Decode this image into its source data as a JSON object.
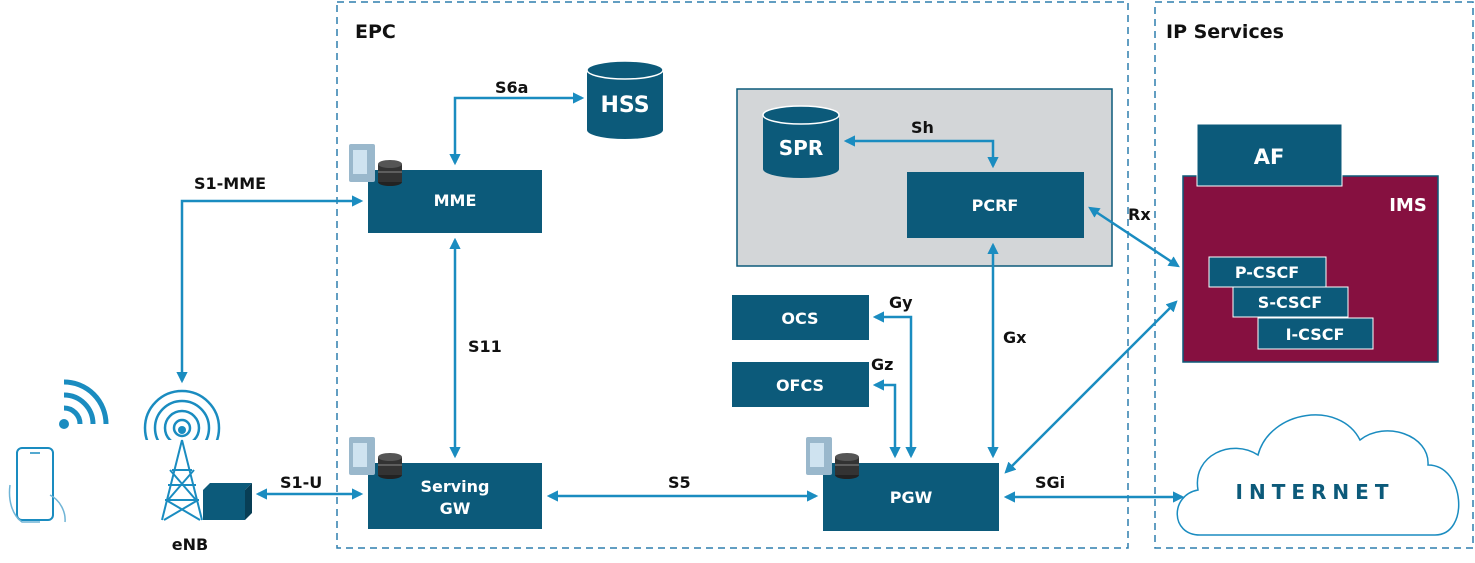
{
  "regions": {
    "epc": "EPC",
    "ip_services": "IP Services"
  },
  "nodes": {
    "hss": "HSS",
    "mme": "MME",
    "spr": "SPR",
    "pcrf": "PCRF",
    "af": "AF",
    "ims": "IMS",
    "p_cscf": "P-CSCF",
    "s_cscf": "S-CSCF",
    "i_cscf": "I-CSCF",
    "ocs": "OCS",
    "ofcs": "OFCS",
    "serving_gw_line1": "Serving",
    "serving_gw_line2": "GW",
    "pgw": "PGW",
    "internet": "INTERNET",
    "enb": "eNB"
  },
  "interfaces": {
    "s6a": "S6a",
    "s1_mme": "S1-MME",
    "s11": "S11",
    "s1_u": "S1-U",
    "s5": "S5",
    "sh": "Sh",
    "rx": "Rx",
    "gx": "Gx",
    "gy": "Gy",
    "gz": "Gz",
    "sgi": "SGi"
  },
  "colors": {
    "node_fill": "#0c5a7a",
    "link": "#1a8cc0",
    "ims_fill": "#861040",
    "pcrf_zone": "#d3d6d8",
    "region_border": "#2e7fae"
  }
}
